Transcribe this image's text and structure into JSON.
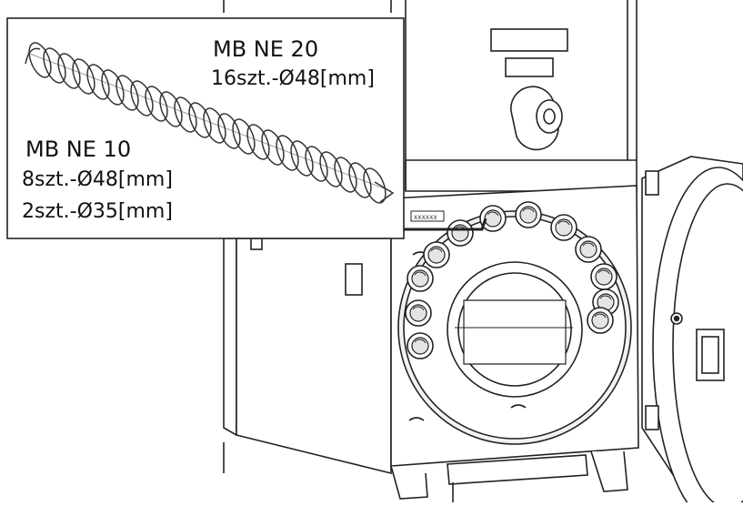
{
  "callout": {
    "mb_ne_20": {
      "title": "MB NE 20",
      "spec": "16szt.-Ø48[mm]"
    },
    "mb_ne_10": {
      "title": "MB NE 10",
      "spec_1": "8szt.-Ø48[mm]",
      "spec_2": "2szt.-Ø35[mm]"
    }
  },
  "nameplate": {
    "text": "XXXXXX"
  },
  "colors": {
    "line": "#222222",
    "fill": "#ffffff",
    "hole_shade": "#d9d9d9"
  },
  "icons": [
    "turbulator-spring-icon",
    "exchanger-tube-icon"
  ]
}
